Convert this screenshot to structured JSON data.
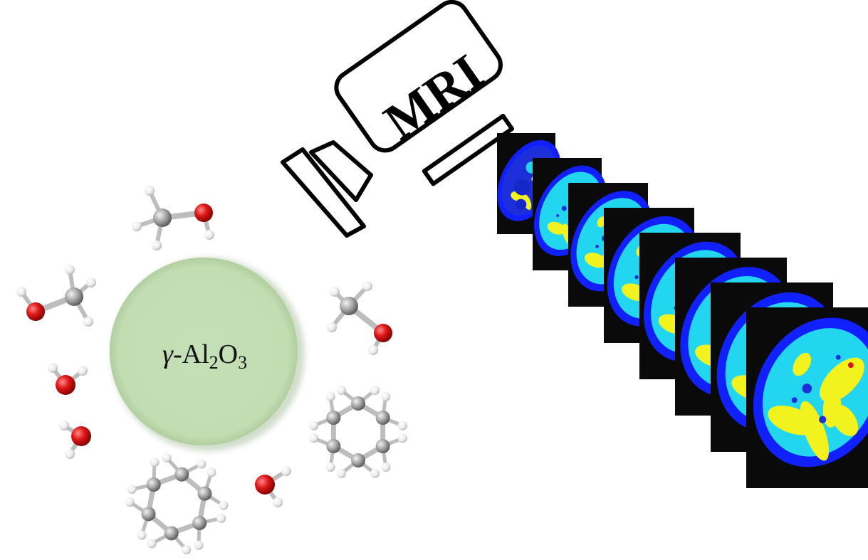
{
  "scanner": {
    "label": "MRI"
  },
  "particle": {
    "label_greek": "γ",
    "label_base": "-Al",
    "label_sub1": "2",
    "label_mid": "O",
    "label_sub2": "3",
    "fill_color": "#c5dfb6"
  },
  "molecules": [
    {
      "kind": "methanol"
    },
    {
      "kind": "methanol"
    },
    {
      "kind": "methanol"
    },
    {
      "kind": "water"
    },
    {
      "kind": "water"
    },
    {
      "kind": "water"
    },
    {
      "kind": "cyclohexane"
    },
    {
      "kind": "cyclohexane"
    }
  ],
  "mri_slices": {
    "count": 8,
    "colors": {
      "background": "#0a0a0a",
      "ring": "#1020ff",
      "inner": "#22d6f0",
      "liquid": "#f2f21e",
      "pore": "#1c2fd8",
      "hot": "#e01010"
    }
  },
  "colors": {
    "oxygen": "#d41414",
    "carbon": "#9a9a9a",
    "hydrogen": "#f4f4f4",
    "bond": "#bdbdbd"
  }
}
